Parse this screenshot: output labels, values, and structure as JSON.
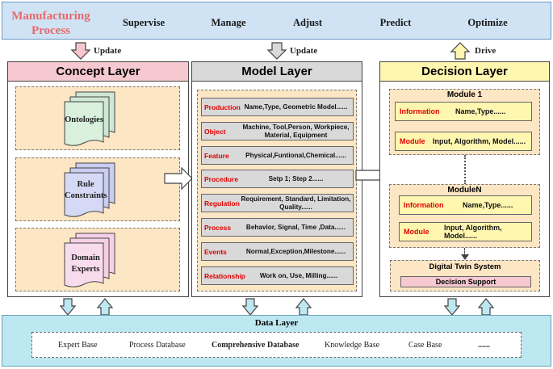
{
  "process_bar": {
    "title_line1": "Manufacturing",
    "title_line2": "Process",
    "stages": [
      "Supervise",
      "Manage",
      "Adjust",
      "Predict",
      "Optimize"
    ]
  },
  "arrow_labels": {
    "concept": "Update",
    "model": "Update",
    "decision": "Drive"
  },
  "concept_layer": {
    "title": "Concept Layer",
    "items": [
      "Ontologies",
      "Rule Constraints",
      "Domain Experts"
    ]
  },
  "model_layer": {
    "title": "Model Layer",
    "rows": [
      {
        "key": "Production",
        "value": "Name,Type, Geometric Model......"
      },
      {
        "key": "Object",
        "value": "Machine, Tool,Person, Workpiece, Material, Equipment"
      },
      {
        "key": "Feature",
        "value": "Physical,Funtional,Chemical......"
      },
      {
        "key": "Procedure",
        "value": "Setp 1; Step 2......"
      },
      {
        "key": "Regulation",
        "value": "Requirement, Standard, Limitation, Quality......"
      },
      {
        "key": "Process",
        "value": "Behavior, Signal, Time ,Data......"
      },
      {
        "key": "Events",
        "value": "Normal,Exception,Milestone......"
      },
      {
        "key": "Relationship",
        "value": "Work on, Use, Milling......"
      }
    ]
  },
  "decision_layer": {
    "title": "Decision Layer",
    "module1": {
      "title": "Module 1",
      "information_key": "Information",
      "information_value": "Name,Type......",
      "module_key": "Module",
      "module_value": "Input, Algorithm, Model......"
    },
    "moduleN": {
      "title": "ModuleN",
      "information_key": "Information",
      "information_value": "Name,Type......",
      "module_key": "Module",
      "module_value": "Input, Algorithm, Model......"
    },
    "digital_twin": {
      "title": "Digital Twin System",
      "support": "Decision Support"
    }
  },
  "data_layer": {
    "title": "Data Layer",
    "items": [
      "Expert Base",
      "Process Database",
      "Comprehensive Database",
      "Knowledge Base",
      "Case Base",
      "......"
    ]
  },
  "colors": {
    "process_bar_bg": "#cfe3f5",
    "concept_header": "#f6c8d0",
    "model_header": "#d9d9d9",
    "decision_header": "#fff6b0",
    "dashed_fill": "#fde6c4",
    "red_keys": "#e00000",
    "data_layer_bg": "#bde8f2"
  }
}
